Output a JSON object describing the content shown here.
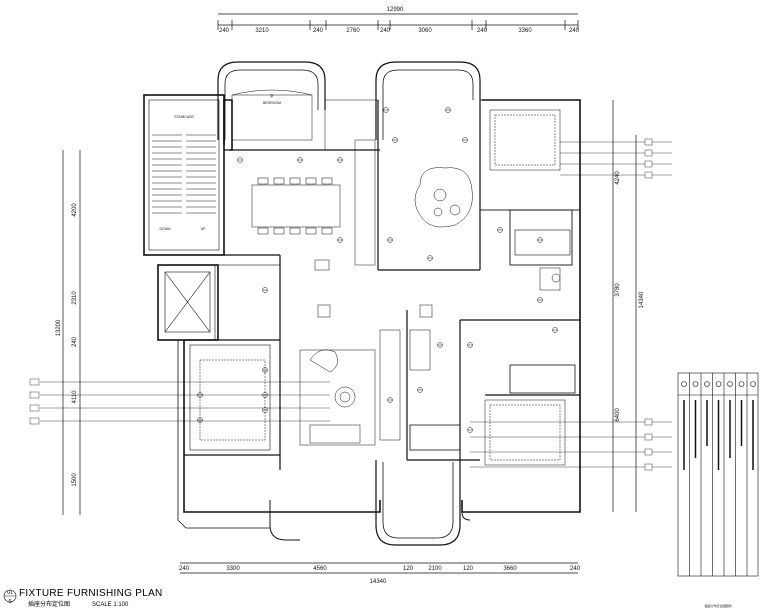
{
  "title_block": {
    "number": "01",
    "sheet": "S",
    "title": "FIXTURE FURNISHING PLAN",
    "title_cn": "插座分布定位图",
    "scale": "SCALE 1:100"
  },
  "dims_top": {
    "total": "12990",
    "segments": [
      "240",
      "3210",
      "240",
      "2760",
      "240",
      "3060",
      "240",
      "3360",
      "240"
    ]
  },
  "dims_bottom": {
    "total": "14340",
    "segments": [
      "240",
      "3300",
      "4560",
      "120",
      "2100",
      "120",
      "3660",
      "240"
    ]
  },
  "dims_left": {
    "total": "13200",
    "segments": [
      "4200",
      "2310",
      "240",
      "4110",
      "1500"
    ]
  },
  "dims_right": {
    "total": "14340",
    "segments": [
      "4240",
      "3780",
      "6400"
    ]
  },
  "room_labels": {
    "staircase": "STAIRCASE",
    "down": "DOWN",
    "up": "UP",
    "top_room": "卧",
    "top_room_sub": "BEDROOM"
  },
  "legend_note": "插座分布定位图图例"
}
